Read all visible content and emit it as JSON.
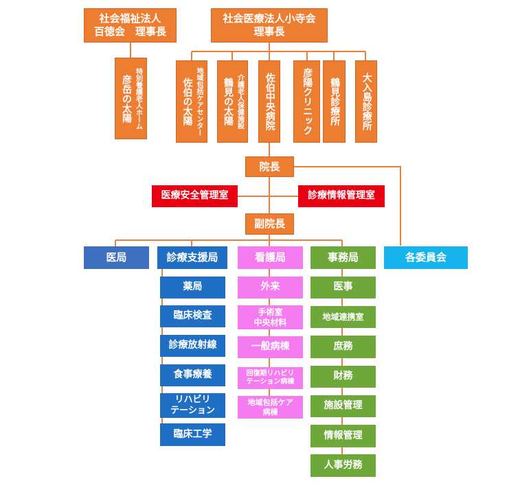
{
  "top": {
    "welfare": "社会福祉法人\n百徳会　理事長",
    "medical": "社会医療法人小寺会\n理事長"
  },
  "welfare_facility": {
    "small": "特別養護老人ホーム",
    "main": "彦岳の太陽"
  },
  "facilities": [
    {
      "small": "地域包括ケアセンター",
      "main": "佐伯の太陽"
    },
    {
      "small": "介護老人保健施設",
      "main": "鶴見の太陽"
    },
    {
      "small": "",
      "main": "佐伯中央病院"
    },
    {
      "small": "",
      "main": "彦陽クリニック"
    },
    {
      "small": "",
      "main": "鶴見診療所"
    },
    {
      "small": "",
      "main": "大入島診療所"
    }
  ],
  "director": "院長",
  "safety": "医療安全管理室",
  "info_mgmt": "診療情報管理室",
  "vice_director": "副院長",
  "committee": "各委員会",
  "divisions": {
    "medical": "医局",
    "support": "診療支援局",
    "nursing": "看護局",
    "office": "事務局"
  },
  "support_items": [
    "薬局",
    "臨床検査",
    "診療放射線",
    "食事療養",
    "リハビリ\nテーション",
    "臨床工学"
  ],
  "nursing_items": [
    "外来",
    "手術室\n中央材料",
    "一般病棟",
    "回復期リハビリ\nテーション病棟",
    "地域包括ケア\n病棟"
  ],
  "office_items": [
    "医事",
    "地域連携室",
    "庶務",
    "財務",
    "施設管理",
    "情報管理",
    "人事労務"
  ],
  "colors": {
    "orange": "#ED7D31",
    "red": "#E60012",
    "blue_medical": "#3F6FBF",
    "blue_support": "#1F6FC4",
    "pink": "#F57CF0",
    "green": "#6EA83A",
    "cyan": "#16B3EC"
  }
}
